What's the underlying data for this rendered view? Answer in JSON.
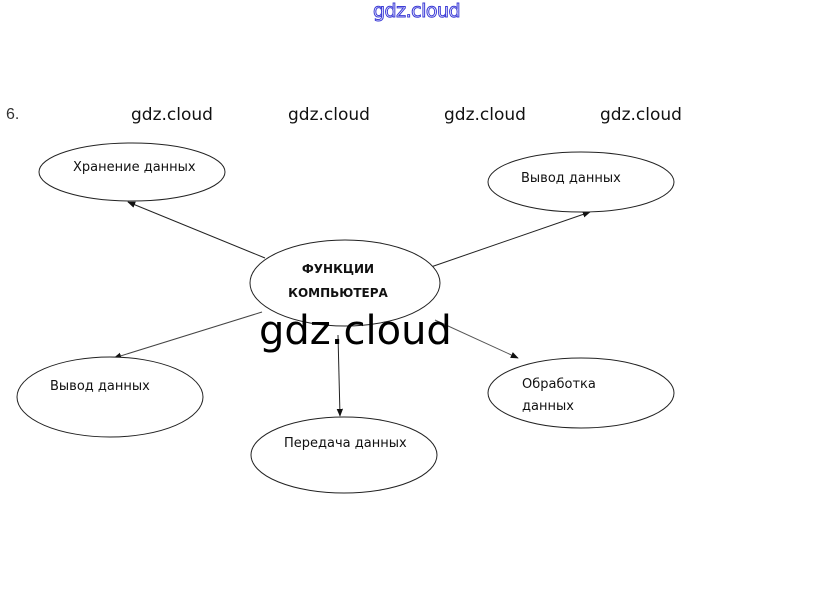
{
  "watermarks": {
    "top": "gdz.cloud",
    "row": [
      "gdz.cloud",
      "gdz.cloud",
      "gdz.cloud",
      "gdz.cloud"
    ],
    "center": "gdz.cloud"
  },
  "task_number": "6.",
  "diagram": {
    "center": {
      "line1": "ФУНКЦИИ",
      "line2": "КОМПЬЮТЕРА"
    },
    "nodes": [
      {
        "id": "storage",
        "line1": "Хранение данных",
        "line2": ""
      },
      {
        "id": "output-right",
        "line1": "Вывод данных",
        "line2": ""
      },
      {
        "id": "output-left",
        "line1": "Вывод данных",
        "line2": ""
      },
      {
        "id": "transfer",
        "line1": "Передача данных",
        "line2": ""
      },
      {
        "id": "processing",
        "line1": "Обработка",
        "line2": "данных"
      }
    ]
  }
}
